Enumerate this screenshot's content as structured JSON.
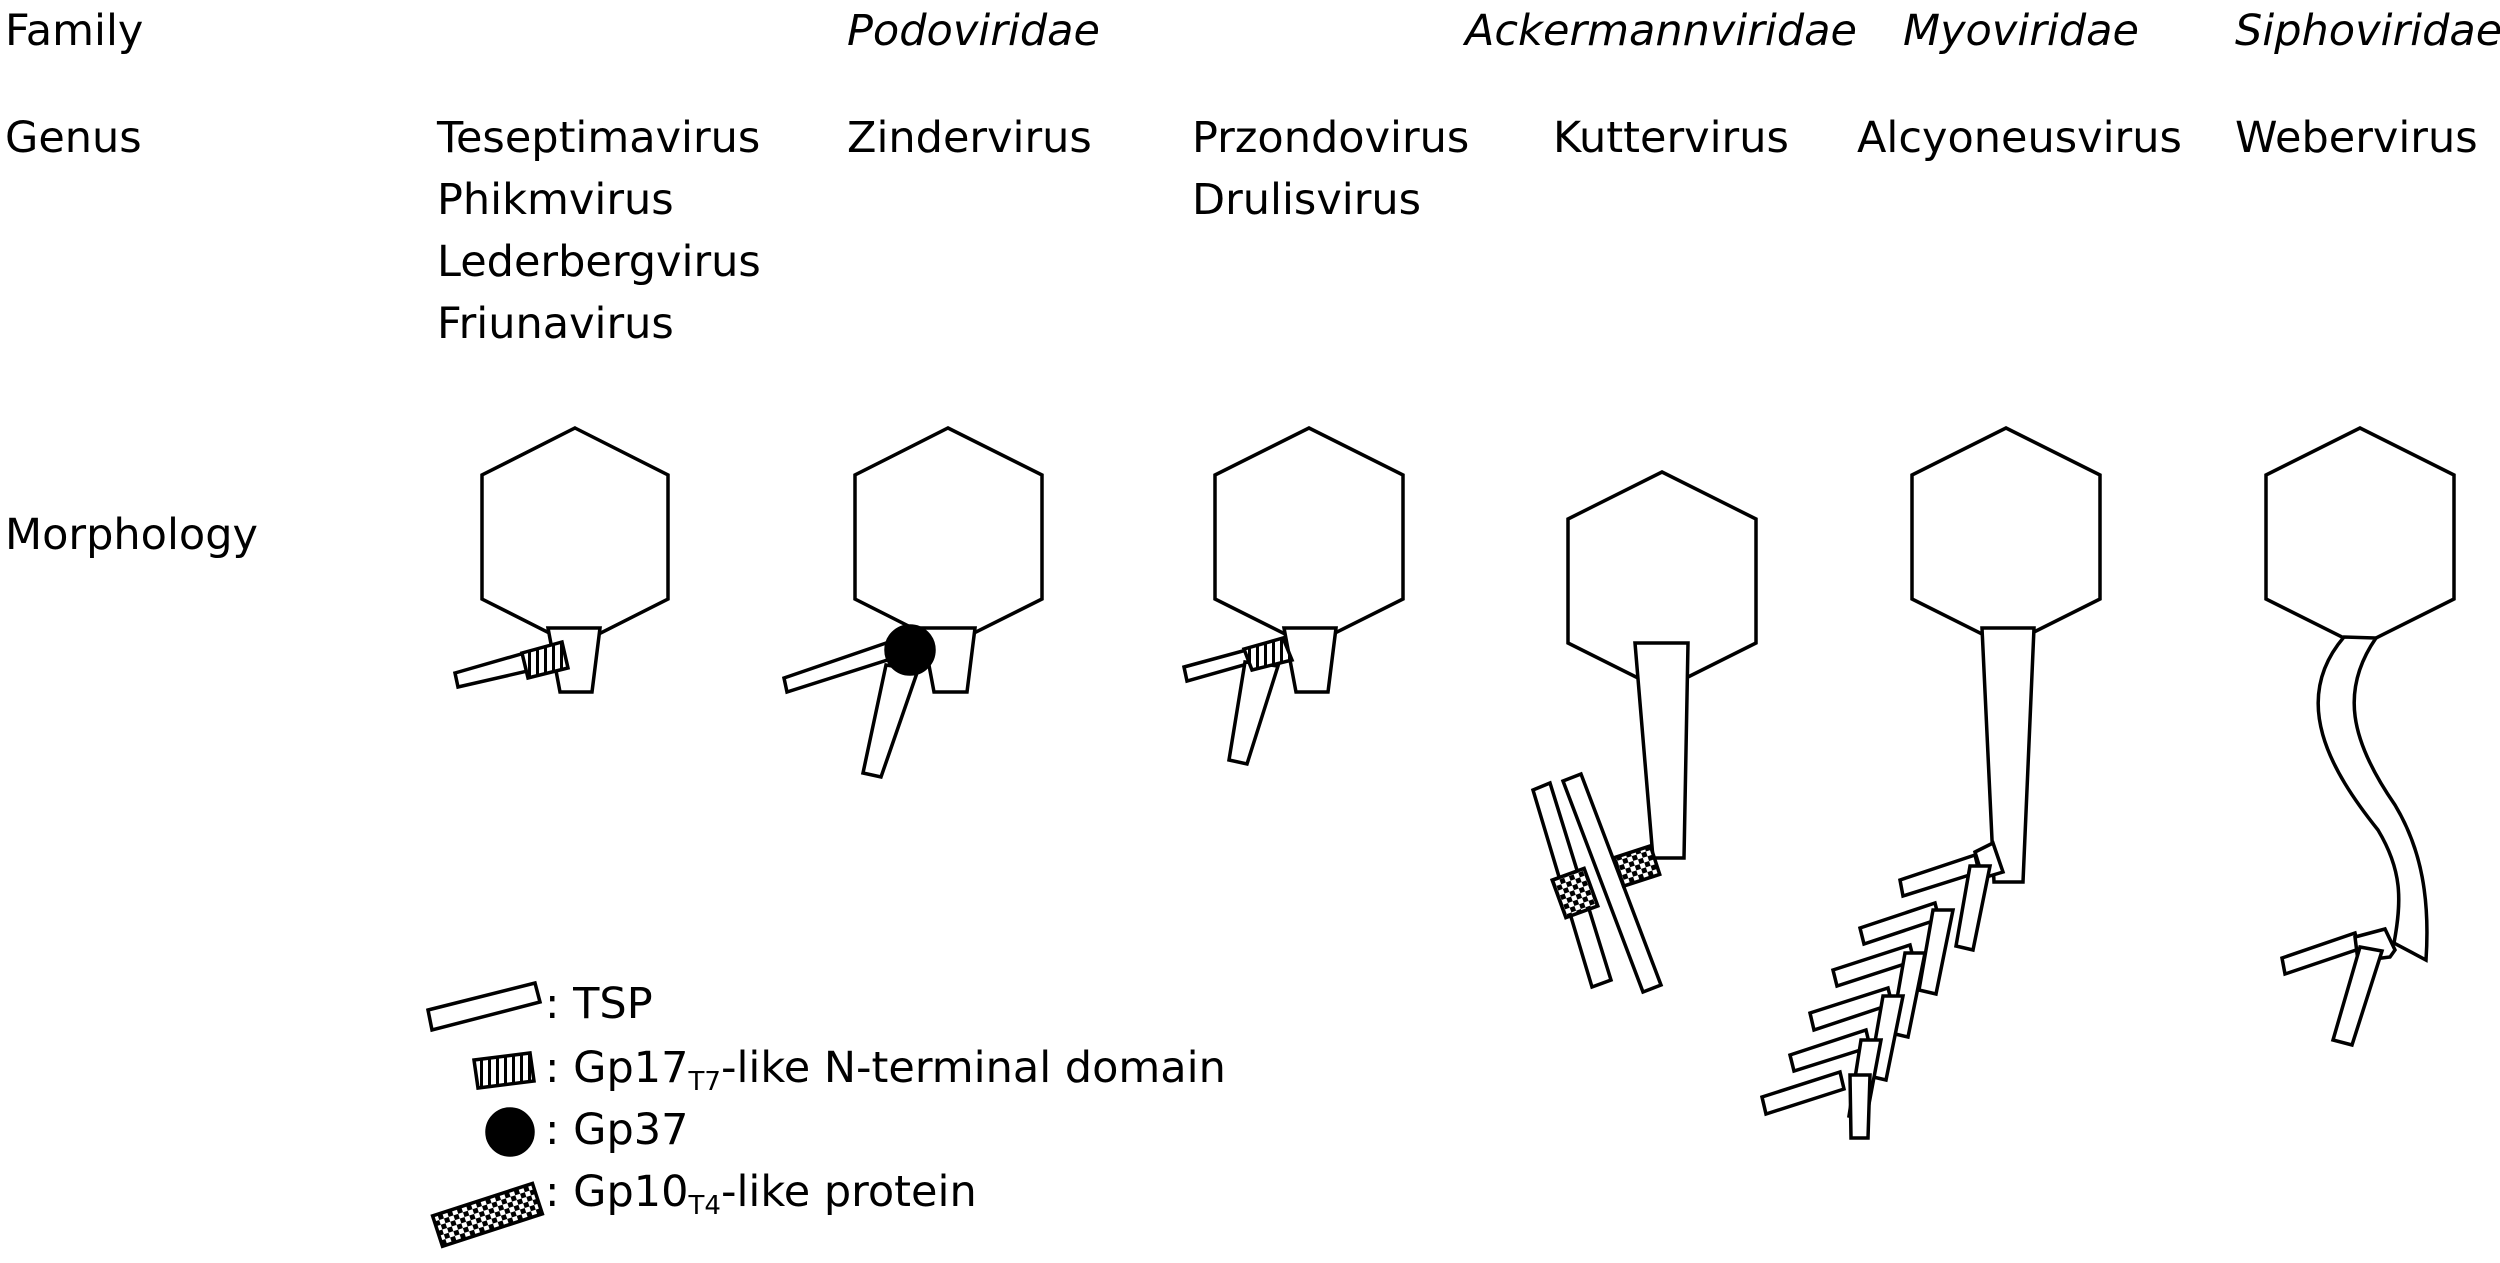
{
  "rows": {
    "family": "Family",
    "genus": "Genus",
    "morphology": "Morphology"
  },
  "families": {
    "podoviridae": "Podoviridae",
    "ackermannviridae": "Ackermannviridae",
    "myoviridae": "Myoviridae",
    "siphoviridae": "Siphoviridae"
  },
  "genera": {
    "col1": [
      "Teseptimavirus",
      "Phikmvirus",
      "Lederbergvirus",
      "Friunavirus"
    ],
    "col2": [
      "Zindervirus"
    ],
    "col3": [
      "Przondovirus",
      "Drulisvirus"
    ],
    "col4": [
      "Kuttervirus"
    ],
    "col5": [
      "Alcyoneusvirus"
    ],
    "col6": [
      "Webervirus"
    ]
  },
  "legend": {
    "tsp": ": TSP",
    "gp17": {
      "prefix": ": Gp17",
      "sub": "T7",
      "suffix": "-like N-terminal domain"
    },
    "gp37": ": Gp37",
    "gp10": {
      "prefix": ": Gp10",
      "sub": "T4",
      "suffix": "-like protein"
    }
  }
}
